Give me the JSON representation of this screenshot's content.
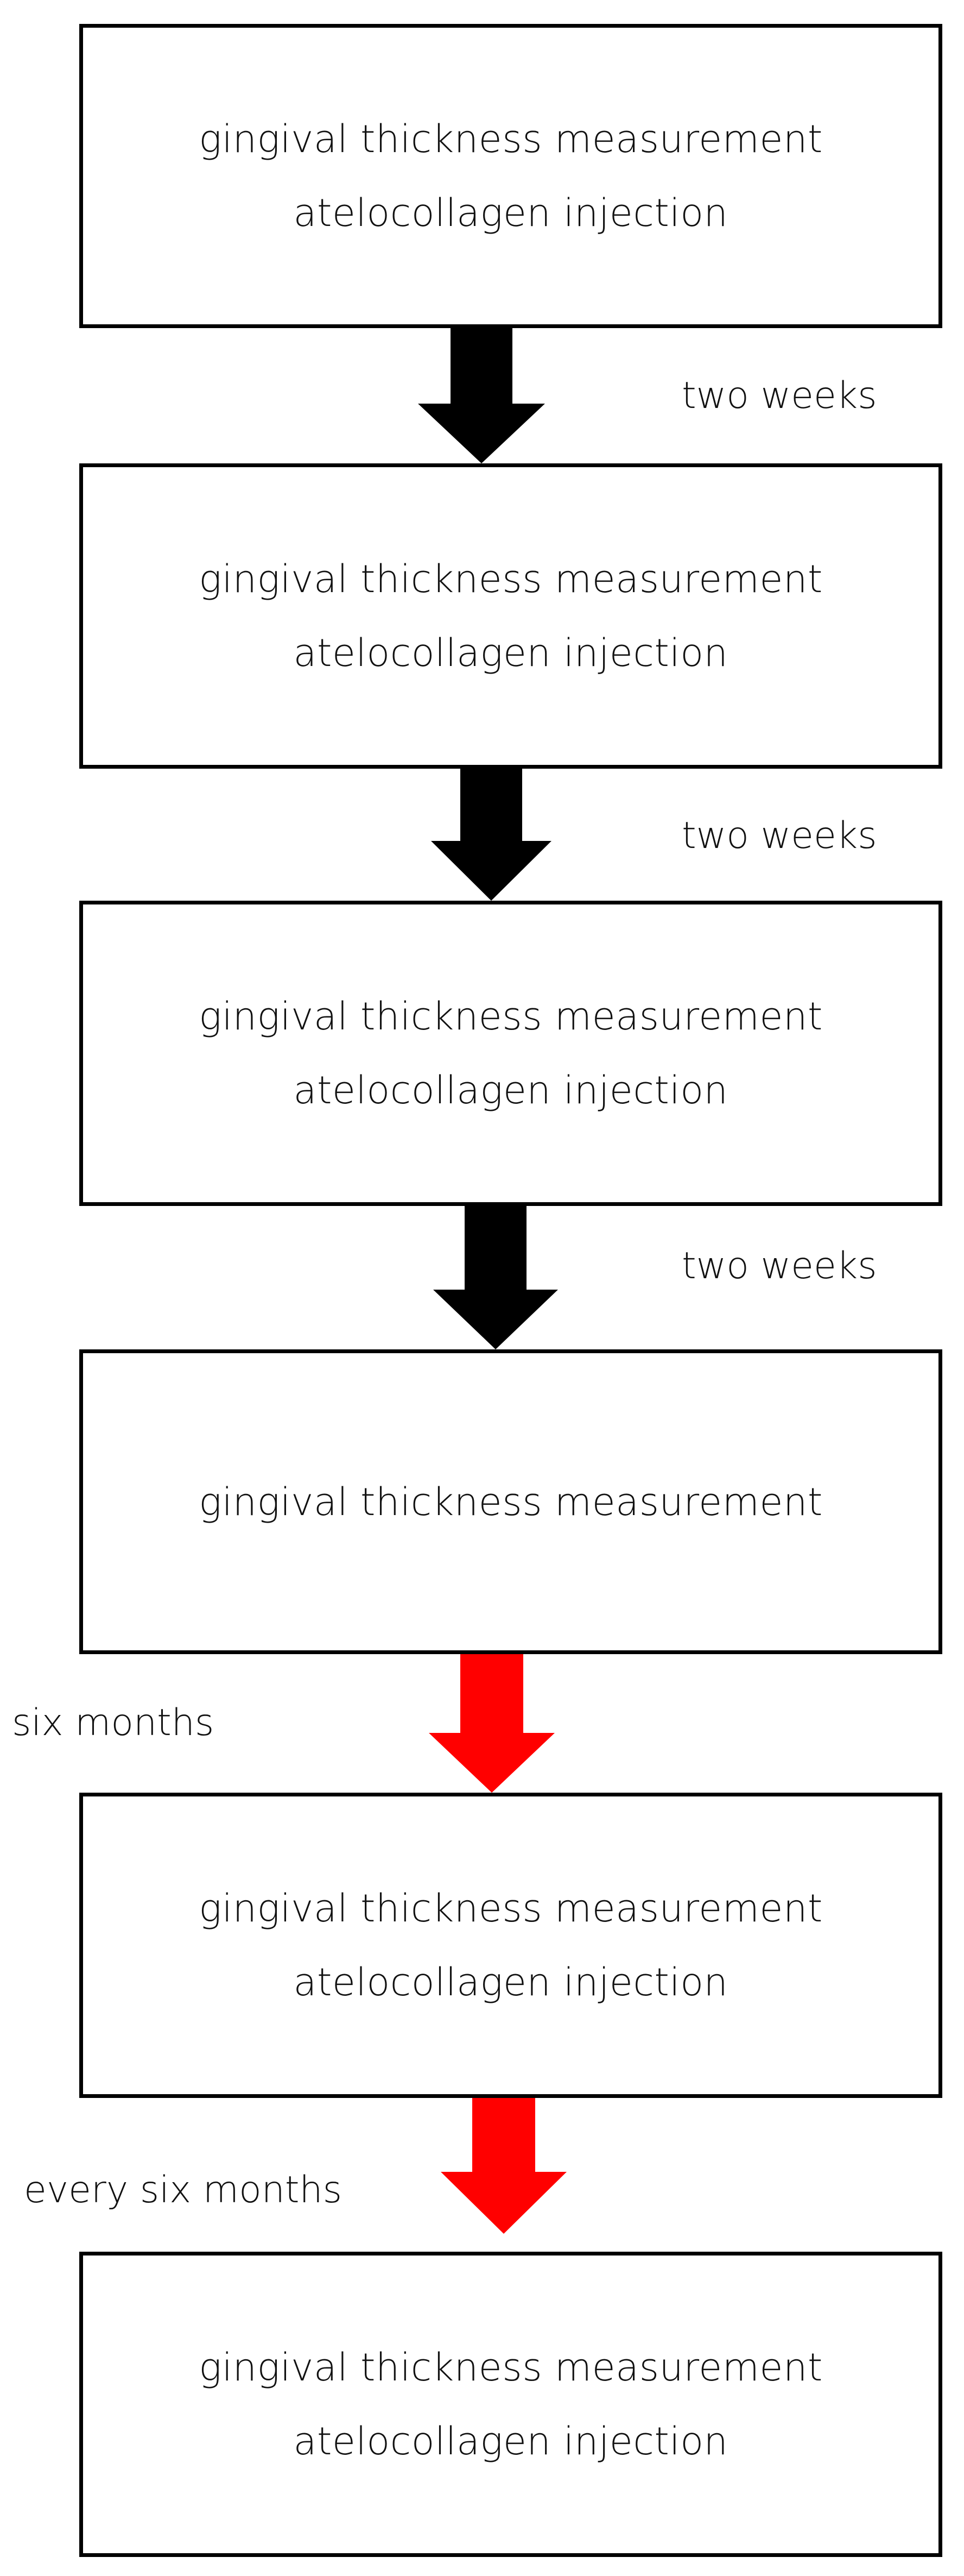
{
  "colors": {
    "regular_arrow": "#000000",
    "followup_arrow": "#ff0000",
    "box_border": "#000000",
    "text": "#111111"
  },
  "steps": [
    {
      "lines": [
        "gingival thickness measurement",
        "atelocollagen injection"
      ]
    },
    {
      "lines": [
        "gingival thickness measurement",
        "atelocollagen injection"
      ]
    },
    {
      "lines": [
        "gingival thickness measurement",
        "atelocollagen injection"
      ]
    },
    {
      "lines": [
        "gingival thickness measurement"
      ]
    },
    {
      "lines": [
        "gingival thickness measurement",
        "atelocollagen injection"
      ]
    },
    {
      "lines": [
        "gingival thickness measurement",
        "atelocollagen injection"
      ]
    }
  ],
  "transitions": [
    {
      "label": "two weeks",
      "color_key": "regular_arrow",
      "label_side": "right"
    },
    {
      "label": "two weeks",
      "color_key": "regular_arrow",
      "label_side": "right"
    },
    {
      "label": "two weeks",
      "color_key": "regular_arrow",
      "label_side": "right"
    },
    {
      "label": "six months",
      "color_key": "followup_arrow",
      "label_side": "left"
    },
    {
      "label": "every six months",
      "color_key": "followup_arrow",
      "label_side": "left"
    }
  ]
}
